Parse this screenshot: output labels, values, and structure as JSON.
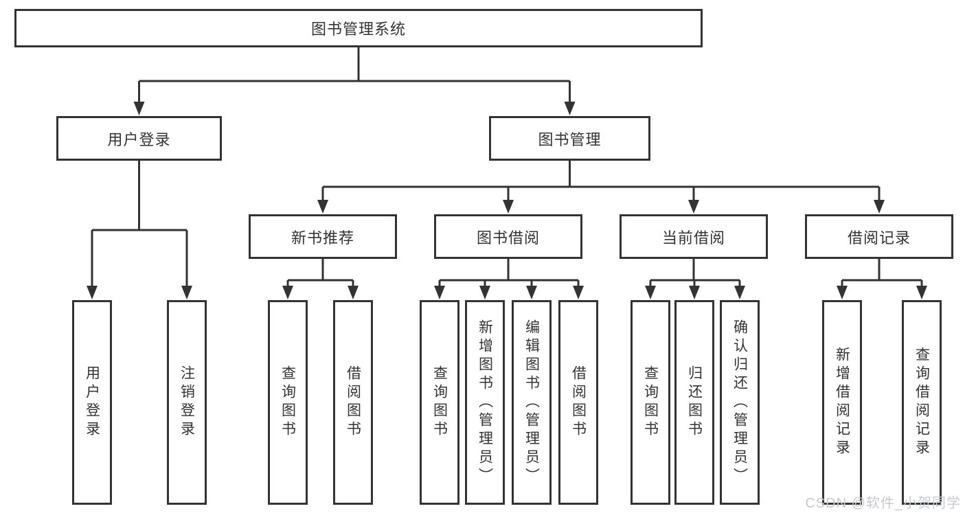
{
  "tree": {
    "root": "图书管理系统",
    "branches": [
      {
        "label": "用户登录",
        "children": [
          "用户登录",
          "注销登录"
        ]
      },
      {
        "label": "图书管理",
        "groups": [
          {
            "label": "新书推荐",
            "children": [
              "查询图书",
              "借阅图书"
            ]
          },
          {
            "label": "图书借阅",
            "children": [
              "查询图书",
              "新增图书（管理员）",
              "编辑图书（管理员）",
              "借阅图书"
            ]
          },
          {
            "label": "当前借阅",
            "children": [
              "查询图书",
              "归还图书",
              "确认归还（管理员）"
            ]
          },
          {
            "label": "借阅记录",
            "children": [
              "新增借阅记录",
              "查询借阅记录"
            ]
          }
        ]
      }
    ]
  },
  "watermark": "CSDN @软件_小贺同学",
  "colors": {
    "line": "#333333",
    "text": "#333333",
    "watermark": "#c7c9d1",
    "background": "#ffffff"
  }
}
